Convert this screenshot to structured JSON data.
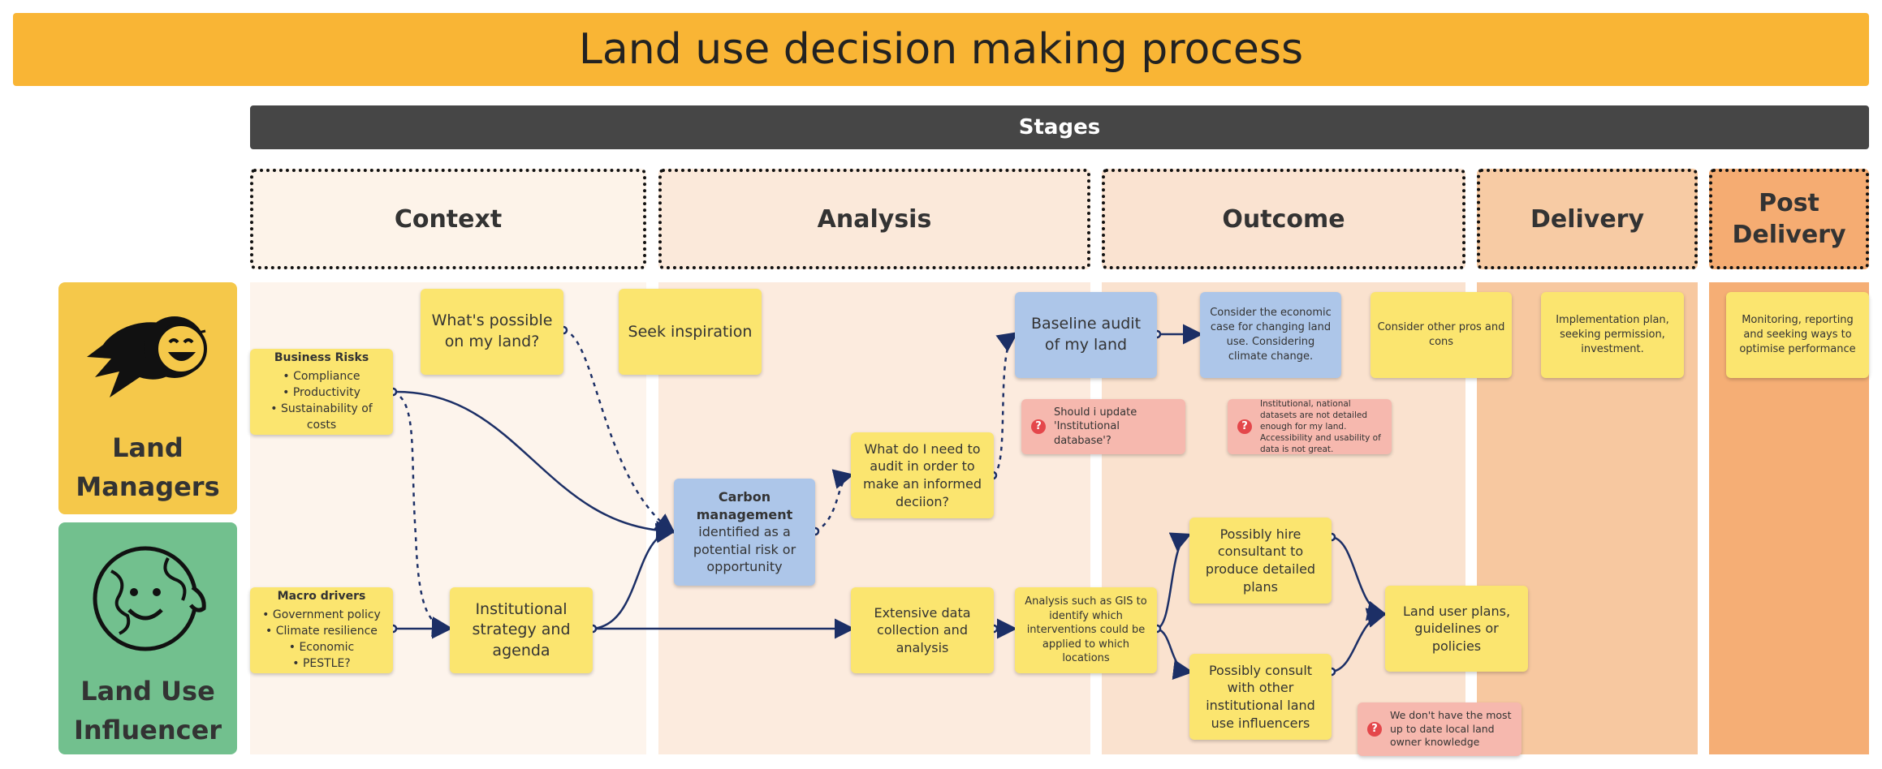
{
  "title": "Land use decision making process",
  "stages_label": "Stages",
  "stages": [
    "Context",
    "Analysis",
    "Outcome",
    "Delivery",
    "Post Delivery"
  ],
  "colors": {
    "title_bar": "#f9b535",
    "stages_bar": "#464646",
    "land_managers": "#f5c84a",
    "land_use_influencer": "#72c08e",
    "sticky_yellow": "#fbe56f",
    "sticky_blue": "#adc6e9",
    "sticky_pink": "#f6b8ae",
    "arrow": "#1c2f66"
  },
  "roles": {
    "land_managers": "Land Managers",
    "land_use_influencer": "Land Use Influencer"
  },
  "notes": {
    "business_risks": {
      "title": "Business Risks",
      "items": [
        "Compliance",
        "Productivity",
        "Sustainability of costs"
      ]
    },
    "macro_drivers": {
      "title": "Macro drivers",
      "items": [
        "Government policy",
        "Climate resilience",
        "Economic",
        "PESTLE?"
      ]
    },
    "whats_possible": "What's possible on my land?",
    "seek_inspiration": "Seek inspiration",
    "institutional_strategy": "Institutional strategy and agenda",
    "carbon_bold": "Carbon management",
    "carbon_rest": "identified as a potential risk or opportunity",
    "what_audit": "What do I need to audit in order to make an informed deciion?",
    "extensive_data": "Extensive data collection and analysis",
    "baseline_audit": "Baseline audit of my land",
    "should_update": "Should i update 'Institutional database'?",
    "consider_economic": "Consider the economic case for changing land use. Considering climate change.",
    "institutional_datasets": "Institutional, national datasets are not detailed enough for my land. Accessibility and usability of data is not great.",
    "analysis_gis": "Analysis such as GIS to identify which interventions could be applied to which locations",
    "hire_consultant": "Possibly hire consultant to produce detailed plans",
    "consult_others": "Possibly consult with other institutional land use influencers",
    "consider_pros": "Consider other pros and cons",
    "land_user_plans": "Land user plans, guidelines  or policies",
    "no_local_knowledge": "We don't have the most up to date local land owner knowledge",
    "implementation_plan": "Implementation plan, seeking permission, investment.",
    "monitoring": "Monitoring, reporting and seeking ways to optimise performance"
  }
}
